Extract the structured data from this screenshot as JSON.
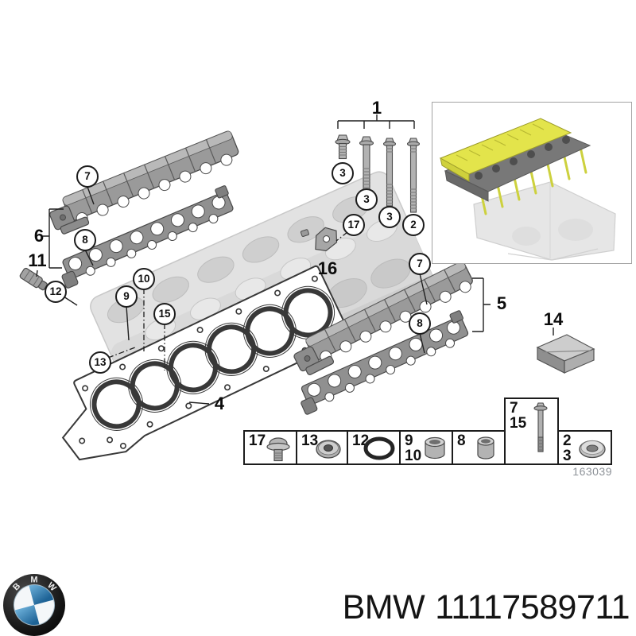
{
  "callouts": {
    "n1": "1",
    "c3a": "3",
    "c3b": "3",
    "c3c": "3",
    "c2": "2",
    "c17": "17",
    "n16": "16",
    "c7l": "7",
    "n6": "6",
    "c8l": "8",
    "n11": "11",
    "c12": "12",
    "c9": "9",
    "c10": "10",
    "c15": "15",
    "c13": "13",
    "n4": "4",
    "c7r": "7",
    "n5": "5",
    "c8r": "8",
    "n14": "14"
  },
  "legend": {
    "cells": [
      {
        "numbers": [
          "17"
        ],
        "icon": "flange-bolt-icon"
      },
      {
        "numbers": [
          "13"
        ],
        "icon": "screw-plug-icon"
      },
      {
        "numbers": [
          "12"
        ],
        "icon": "o-ring-icon"
      },
      {
        "numbers": [
          "9",
          "10"
        ],
        "icon": "dowel-sleeve-icon"
      },
      {
        "numbers": [
          "8"
        ],
        "icon": "sleeve-icon"
      },
      {
        "numbers": [
          "7",
          "15"
        ],
        "icon": "stud-bolt-icon"
      },
      {
        "numbers": [
          "2",
          "3"
        ],
        "icon": "washer-icon"
      }
    ],
    "figure_number": "163039"
  },
  "footer": {
    "brand": "BMW",
    "part_number": "11117589711"
  },
  "logo": {
    "letters": [
      "B",
      "M",
      "W"
    ]
  },
  "colors": {
    "highlight_yellow": "#e3e44b",
    "bmw_blue_light": "#6fb3dc",
    "bmw_blue_dark": "#1e6396",
    "line_black": "#1f1f1f",
    "figure_gray": "#8d9298"
  }
}
